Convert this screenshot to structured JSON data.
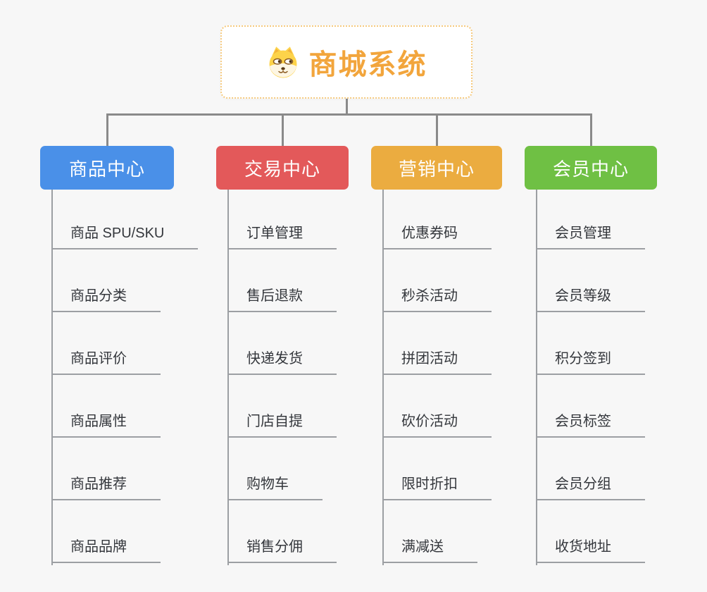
{
  "canvas": {
    "background_color": "#f7f7f7",
    "connector_color": "#8a8a8a",
    "child_line_color": "#9c9fa3",
    "child_text_color": "#34373c"
  },
  "root": {
    "title": "商城系统",
    "icon": "dog-face-icon",
    "text_color": "#f2a53c",
    "border_color": "#f6ca7e",
    "background_color": "#ffffff"
  },
  "branches": [
    {
      "label": "商品中心",
      "color": "#4a90e8",
      "items": [
        "商品 SPU/SKU",
        "商品分类",
        "商品评价",
        "商品属性",
        "商品推荐",
        "商品品牌"
      ]
    },
    {
      "label": "交易中心",
      "color": "#e3595a",
      "items": [
        "订单管理",
        "售后退款",
        "快递发货",
        "门店自提",
        "购物车",
        "销售分佣"
      ]
    },
    {
      "label": "营销中心",
      "color": "#ebac40",
      "items": [
        "优惠券码",
        "秒杀活动",
        "拼团活动",
        "砍价活动",
        "限时折扣",
        "满减送"
      ]
    },
    {
      "label": "会员中心",
      "color": "#6fc044",
      "items": [
        "会员管理",
        "会员等级",
        "积分签到",
        "会员标签",
        "会员分组",
        "收货地址"
      ]
    }
  ]
}
